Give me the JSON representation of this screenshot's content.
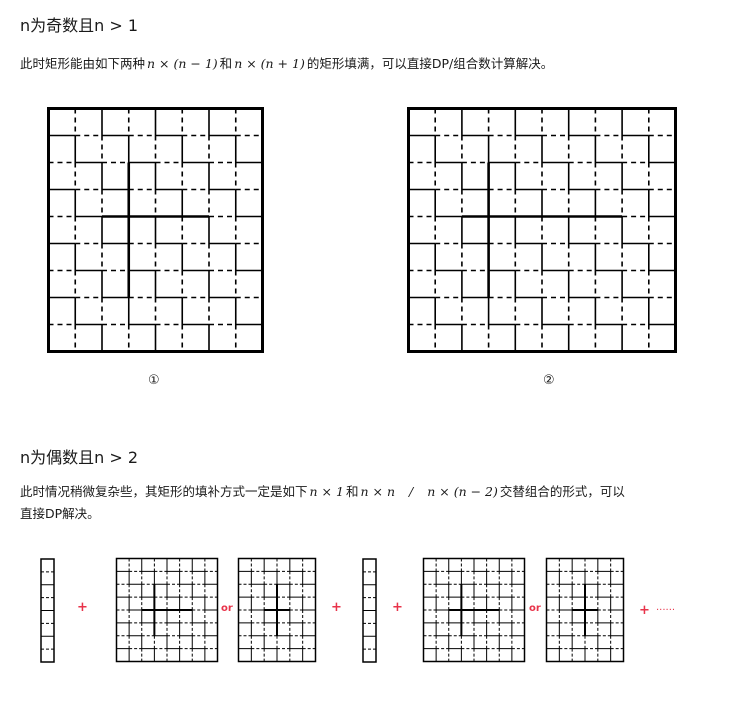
{
  "section1": {
    "heading": "n为奇数且n > 1",
    "text_before": "此时矩形能由如下两种",
    "expr1": "n × (n − 1)",
    "text_mid": "和",
    "expr2": "n × (n + 1)",
    "text_after": "的矩形填满，可以直接DP/组合数计算解决。",
    "captions": [
      "①",
      "②"
    ]
  },
  "section2": {
    "heading": "n为偶数且n > 2",
    "text_before": "此时情况稍微复杂些，其矩形的填补方式一定是如下",
    "expr1": "n × 1",
    "text_mid": "和",
    "expr2": "n × n",
    "slash": "/",
    "expr3": "n × (n − 2)",
    "text_after": "交替组合的形式，可以",
    "line2": "直接DP解决。",
    "plus": "+",
    "or": "or",
    "ellipsis": "......"
  },
  "colors": {
    "accent": "#e8334a",
    "line": "#000000",
    "text": "#1a1a1a"
  }
}
